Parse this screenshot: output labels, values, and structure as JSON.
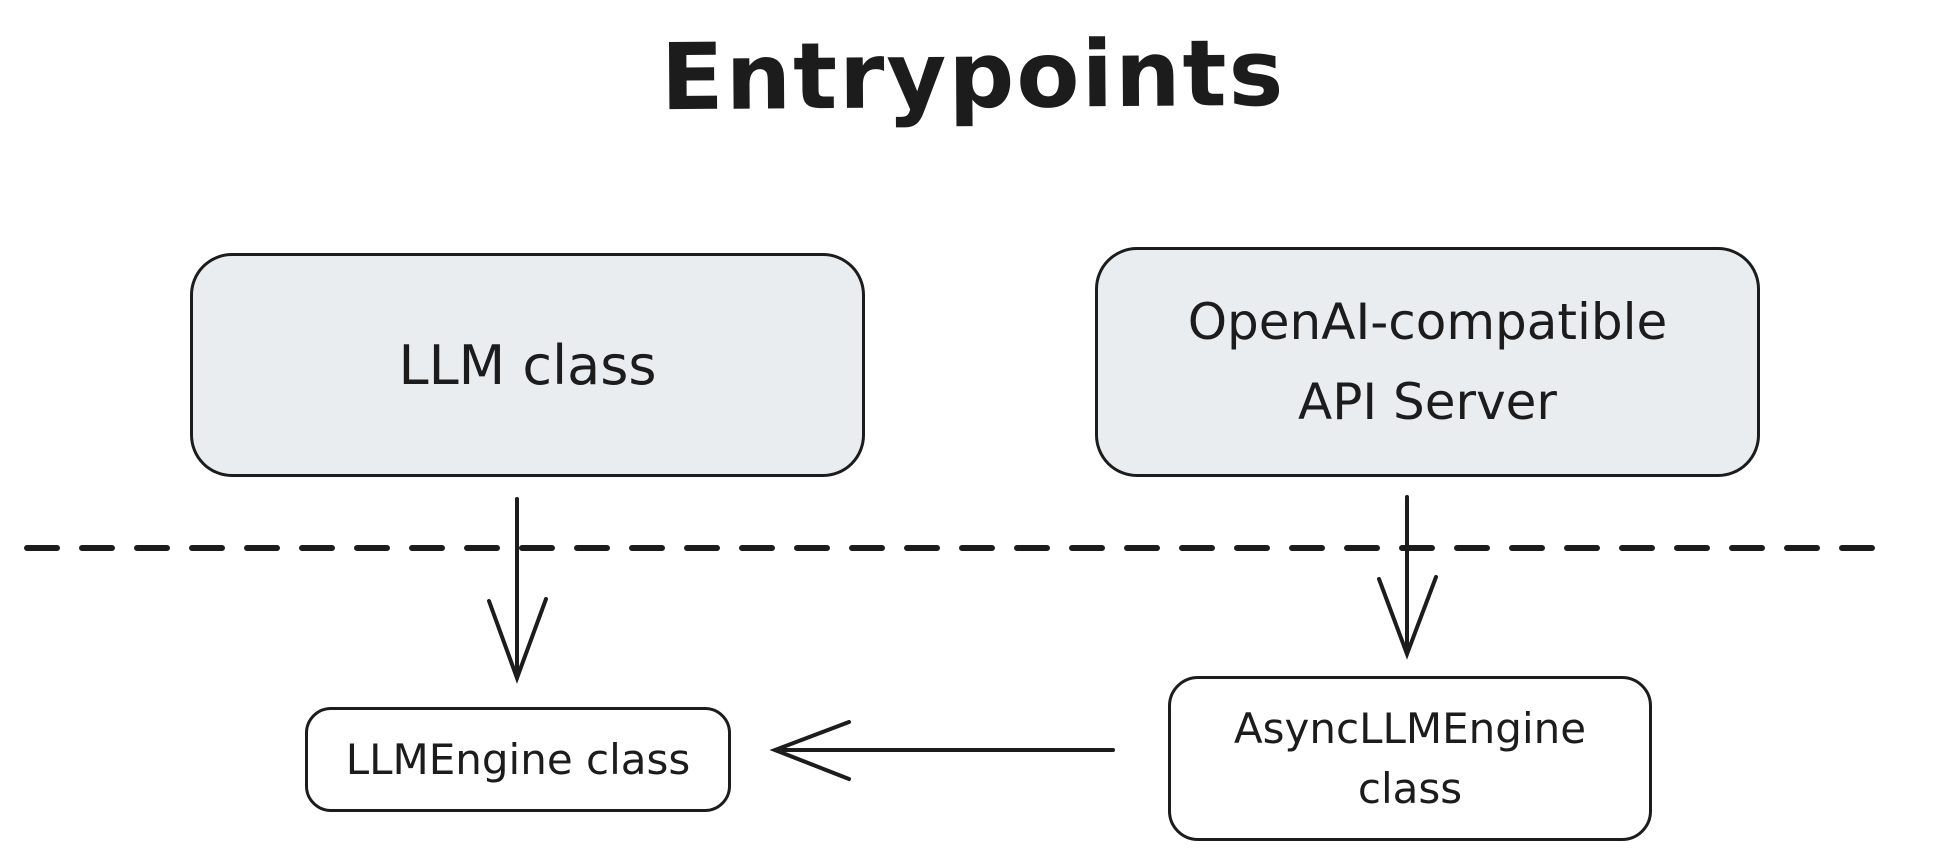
{
  "diagram": {
    "title": "Entrypoints",
    "colors": {
      "background": "#ffffff",
      "stroke": "#1c1c1c",
      "node_fill_gray": "#e9edf0",
      "node_fill_white": "#ffffff"
    },
    "nodes": [
      {
        "id": "llm-class",
        "label": "LLM class",
        "variant": "filled-gray"
      },
      {
        "id": "openai-api-server",
        "lines": [
          "OpenAI-compatible",
          "API Server"
        ],
        "variant": "filled-gray"
      },
      {
        "id": "llm-engine-class",
        "label": "LLMEngine class",
        "variant": "white"
      },
      {
        "id": "async-llm-engine-class",
        "lines": [
          "AsyncLLMEngine",
          "class"
        ],
        "variant": "white"
      }
    ],
    "edges": [
      {
        "from": "llm-class",
        "to": "llm-engine-class",
        "type": "arrow",
        "direction": "down"
      },
      {
        "from": "openai-api-server",
        "to": "async-llm-engine-class",
        "type": "arrow",
        "direction": "down"
      },
      {
        "from": "async-llm-engine-class",
        "to": "llm-engine-class",
        "type": "arrow",
        "direction": "left"
      }
    ],
    "divider": {
      "type": "dashed-horizontal-line"
    }
  }
}
